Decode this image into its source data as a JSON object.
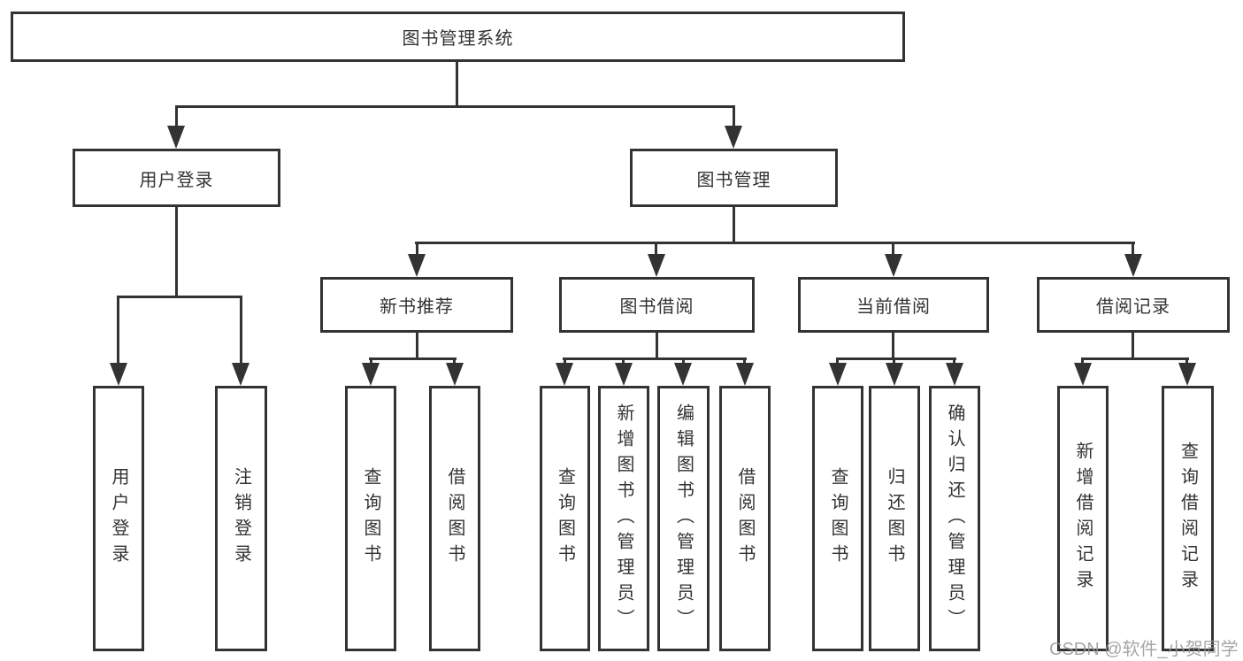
{
  "watermark": "CSDN @软件_小贺同学",
  "nodes": {
    "root": {
      "label": "图书管理系统"
    },
    "user_login": {
      "label": "用户登录"
    },
    "book_mgmt": {
      "label": "图书管理"
    },
    "new_book_rec": {
      "label": "新书推荐"
    },
    "book_borrow": {
      "label": "图书借阅"
    },
    "current_borrow": {
      "label": "当前借阅"
    },
    "borrow_records": {
      "label": "借阅记录"
    },
    "leaf_user_login": {
      "label": "用户登录"
    },
    "leaf_logout": {
      "label": "注销登录"
    },
    "leaf_query_books_1": {
      "label": "查询图书"
    },
    "leaf_borrow_books_1": {
      "label": "借阅图书"
    },
    "leaf_query_books_2": {
      "label": "查询图书"
    },
    "leaf_add_books": {
      "label": "新增图书（管理员）"
    },
    "leaf_edit_books": {
      "label": "编辑图书（管理员）"
    },
    "leaf_borrow_books_2": {
      "label": "借阅图书"
    },
    "leaf_query_books_3": {
      "label": "查询图书"
    },
    "leaf_return_books": {
      "label": "归还图书"
    },
    "leaf_confirm_return": {
      "label": "确认归还（管理员）"
    },
    "leaf_add_borrow_record": {
      "label": "新增借阅记录"
    },
    "leaf_query_borrow_record": {
      "label": "查询借阅记录"
    }
  }
}
